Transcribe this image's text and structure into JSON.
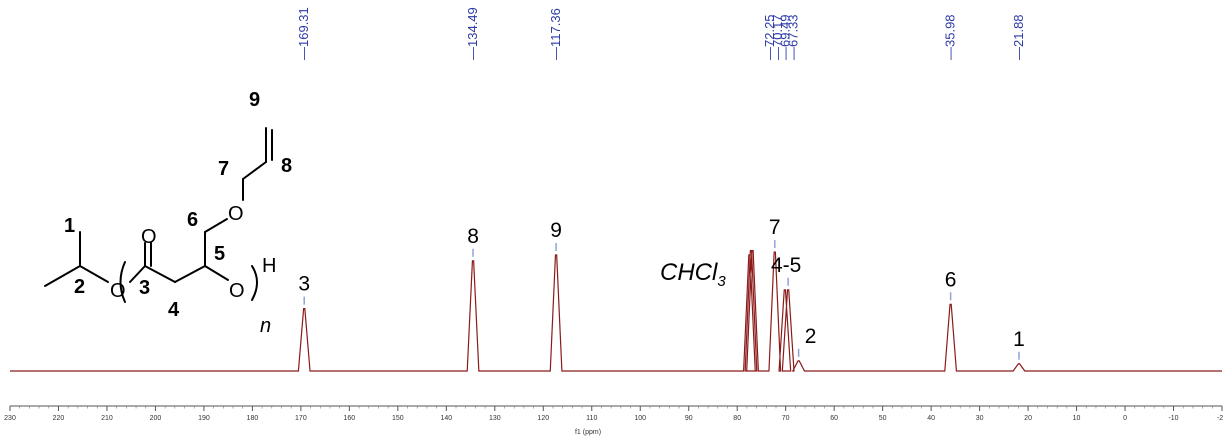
{
  "chart_data": {
    "type": "line",
    "xlabel": "f1 (ppm)",
    "xlim": [
      230,
      -20
    ],
    "x_reversed": true,
    "xticks": [
      230,
      220,
      210,
      200,
      190,
      180,
      170,
      160,
      150,
      140,
      130,
      120,
      110,
      100,
      90,
      80,
      70,
      60,
      50,
      40,
      30,
      20,
      10,
      0,
      -10,
      -20
    ],
    "tick_labels": [
      "230",
      "220",
      "210",
      "200",
      "190",
      "180",
      "170",
      "160",
      "150",
      "140",
      "130",
      "120",
      "110",
      "100",
      "90",
      "80",
      "70",
      "60",
      "50",
      "40",
      "30",
      "20",
      "10",
      "0",
      "-10",
      "-20"
    ],
    "line_color": "#8b1a1a",
    "peak_label_color": "#2c3aa8",
    "peaks": [
      {
        "ppm": 169.31,
        "height": 0.43,
        "label": "3"
      },
      {
        "ppm": 134.49,
        "height": 0.76,
        "label": "8"
      },
      {
        "ppm": 117.36,
        "height": 0.8,
        "label": "9"
      },
      {
        "ppm": 77.16,
        "height": 0.83,
        "label": ""
      },
      {
        "ppm": 76.84,
        "height": 0.83,
        "label": ""
      },
      {
        "ppm": 77.48,
        "height": 0.8,
        "label": ""
      },
      {
        "ppm": 72.25,
        "height": 0.82,
        "label": "7"
      },
      {
        "ppm": 70.17,
        "height": 0.56,
        "label": ""
      },
      {
        "ppm": 69.49,
        "height": 0.56,
        "label": "4-5"
      },
      {
        "ppm": 67.33,
        "height": 0.07,
        "label": "2"
      },
      {
        "ppm": 35.98,
        "height": 0.46,
        "label": "6"
      },
      {
        "ppm": 21.88,
        "height": 0.05,
        "label": "1"
      }
    ],
    "peak_list": [
      "169.31",
      "134.49",
      "117.36",
      "72.25",
      "70.17",
      "69.49",
      "67.33",
      "35.98",
      "21.88"
    ],
    "solvent_label": {
      "prefix": "CHCl",
      "subscript": "3"
    },
    "structure": {
      "atoms": {
        "O_carbonyl": "O",
        "O_ester": "O",
        "O_ether": "O",
        "O_hydroxy": "O",
        "H": "H",
        "n": "n"
      },
      "numbers": [
        "1",
        "2",
        "3",
        "4",
        "5",
        "6",
        "7",
        "8",
        "9"
      ]
    }
  }
}
